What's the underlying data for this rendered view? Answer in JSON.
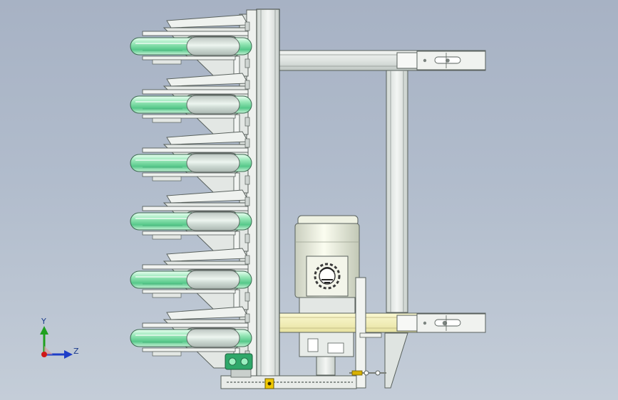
{
  "view": {
    "background_top": "#a7b2c4",
    "background_bottom": "#c4cdd8",
    "part_color": "#e4e8e4",
    "belt_color": "#8ce0b0",
    "rail_highlight": "#f2f0b8"
  },
  "triad": {
    "y_label": "Y",
    "z_label": "Z",
    "y_color": "#1fa01f",
    "z_color": "#1e3ec8",
    "origin_color": "#d01818"
  },
  "model": {
    "tier_count": 6,
    "motor_logo_icon": "gear-logo-icon"
  }
}
